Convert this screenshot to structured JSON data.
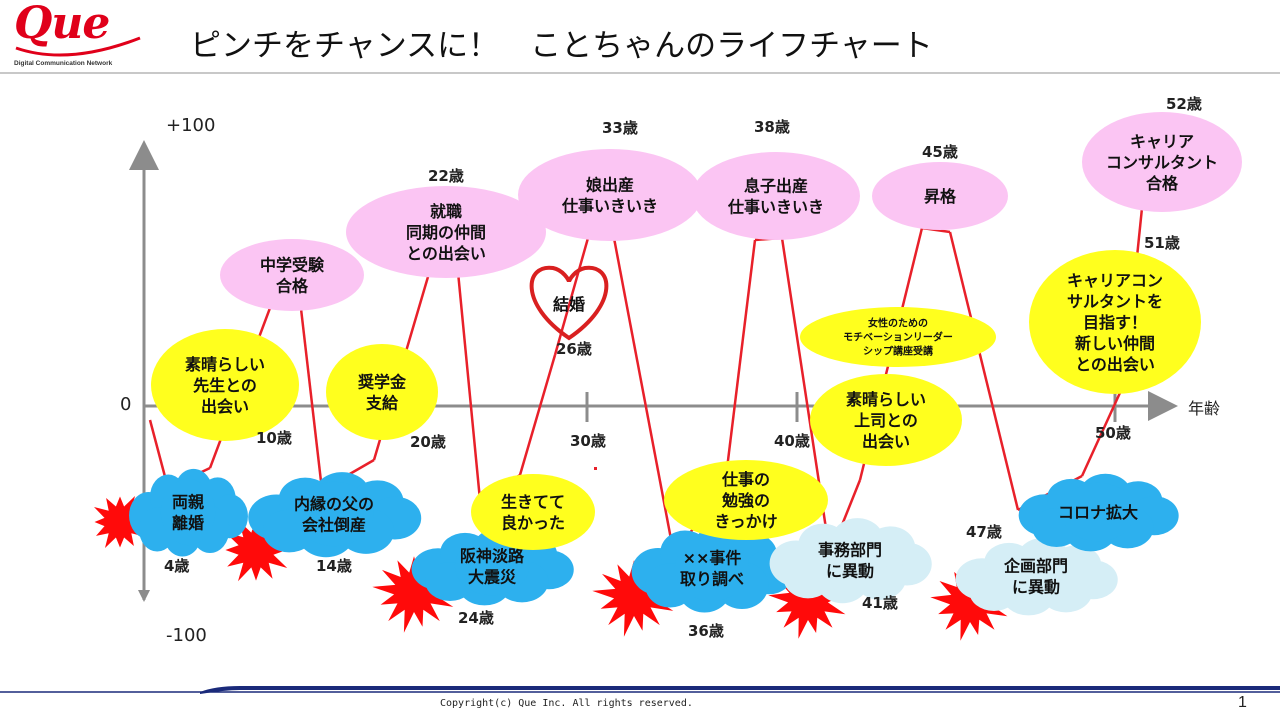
{
  "header": {
    "logo_text": "Que",
    "logo_subtitle": "Digital Communication Network",
    "title": "ピンチをチャンスに！　ことちゃんのライフチャート"
  },
  "axis": {
    "y_top_label": "+100",
    "y_zero_label": "0",
    "y_bottom_label": "-100",
    "x_label": "年齢",
    "ticks": [
      {
        "label": "10歳",
        "age": 10
      },
      {
        "label": "20歳",
        "age": 20
      },
      {
        "label": "30歳",
        "age": 30
      },
      {
        "label": "40歳",
        "age": 40
      },
      {
        "label": "50歳",
        "age": 50
      }
    ]
  },
  "colors": {
    "line": "#e8202a",
    "axis": "#8c8c8c",
    "pink": "#fbc5f3",
    "yellow": "#ffff1e",
    "blue_cloud": "#2db0ee",
    "pale_cloud": "#d5eef6",
    "burst": "#ff0a0a",
    "footer_bar": "#1a2a7a"
  },
  "events": [
    {
      "id": "parents-divorce",
      "age_label": "4歳",
      "lines": [
        "両親",
        "離婚"
      ],
      "kind": "cloud-blue",
      "burst": true
    },
    {
      "id": "great-teacher",
      "age_label": "",
      "lines": [
        "素晴らしい",
        "先生との",
        "出会い"
      ],
      "kind": "yellow"
    },
    {
      "id": "junior-high-exam",
      "age_label": "",
      "lines": [
        "中学受験",
        "合格"
      ],
      "kind": "pink"
    },
    {
      "id": "uncle-bankrupt",
      "age_label": "14歳",
      "lines": [
        "内縁の父の",
        "会社倒産"
      ],
      "kind": "cloud-blue",
      "burst": true
    },
    {
      "id": "scholarship",
      "age_label": "",
      "lines": [
        "奨学金",
        "支給"
      ],
      "kind": "yellow"
    },
    {
      "id": "employment",
      "age_label": "22歳",
      "lines": [
        "就職",
        "同期の仲間",
        "との出会い"
      ],
      "kind": "pink"
    },
    {
      "id": "earthquake",
      "age_label": "24歳",
      "lines": [
        "阪神淡路",
        "大震災"
      ],
      "kind": "cloud-blue",
      "burst": true
    },
    {
      "id": "glad-alive",
      "age_label": "",
      "lines": [
        "生きてて",
        "良かった"
      ],
      "kind": "yellow"
    },
    {
      "id": "marriage",
      "age_label": "26歳",
      "lines": [
        "結婚"
      ],
      "kind": "heart"
    },
    {
      "id": "daughter-birth",
      "age_label": "33歳",
      "lines": [
        "娘出産",
        "仕事いきいき"
      ],
      "kind": "pink"
    },
    {
      "id": "incident",
      "age_label": "36歳",
      "lines": [
        "××事件",
        "取り調べ"
      ],
      "kind": "cloud-blue",
      "burst": true
    },
    {
      "id": "study-trigger",
      "age_label": "",
      "lines": [
        "仕事の",
        "勉強の",
        "きっかけ"
      ],
      "kind": "yellow"
    },
    {
      "id": "son-birth",
      "age_label": "38歳",
      "lines": [
        "息子出産",
        "仕事いきいき"
      ],
      "kind": "pink"
    },
    {
      "id": "office-transfer",
      "age_label": "41歳",
      "lines": [
        "事務部門",
        "に異動"
      ],
      "kind": "cloud-pale",
      "burst": true
    },
    {
      "id": "great-boss",
      "age_label": "",
      "lines": [
        "素晴らしい",
        "上司との",
        "出会い"
      ],
      "kind": "yellow"
    },
    {
      "id": "leader-course",
      "age_label": "",
      "lines": [
        "女性のための",
        "モチベーションリーダー",
        "シップ講座受講"
      ],
      "kind": "yellow"
    },
    {
      "id": "promotion",
      "age_label": "45歳",
      "lines": [
        "昇格"
      ],
      "kind": "pink"
    },
    {
      "id": "planning-transfer",
      "age_label": "47歳",
      "lines": [
        "企画部門",
        "に異動"
      ],
      "kind": "cloud-pale",
      "burst": true
    },
    {
      "id": "corona",
      "age_label": "",
      "lines": [
        "コロナ拡大"
      ],
      "kind": "cloud-blue"
    },
    {
      "id": "aim-consultant",
      "age_label": "51歳",
      "lines": [
        "キャリアコン",
        "サルタントを",
        "目指す！",
        "新しい仲間",
        "との出会い"
      ],
      "kind": "yellow"
    },
    {
      "id": "consultant-pass",
      "age_label": "52歳",
      "lines": [
        "キャリア",
        "コンサルタント",
        "合格"
      ],
      "kind": "pink"
    }
  ],
  "footer": {
    "copyright": "Copyright(c) Que Inc. All rights reserved.",
    "page_number": "1"
  }
}
